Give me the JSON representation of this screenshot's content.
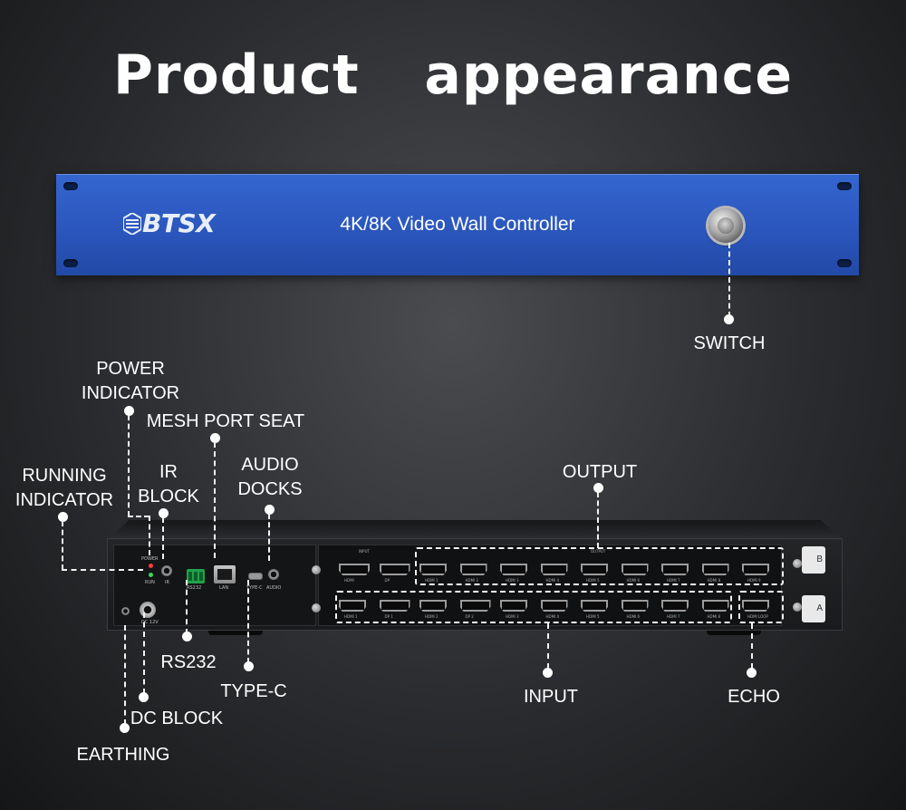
{
  "title": "Product  appearance",
  "front_panel": {
    "brand": "BTSX",
    "model": "4K/8K Video Wall Controller"
  },
  "rear_panel": {
    "left_labels": {
      "power": "POWER",
      "run": "RUN",
      "ir": "IR",
      "rs232": "RS232",
      "lan": "LAN",
      "typec": "TYPE-C",
      "audio": "AUDIO",
      "dc": "DC 12V"
    },
    "input_header": "INPUT",
    "output_header": "OUTPUT",
    "top_row": [
      "HDMI",
      "DP",
      "HDMI 1",
      "HDMI 2",
      "HDMI 3",
      "HDMI 4",
      "HDMI 5",
      "HDMI 6",
      "HDMI 7",
      "HDMI 8",
      "HDMI 9"
    ],
    "bottom_row": [
      "HDMI 1",
      "DP 1",
      "HDMI 2",
      "DP 2",
      "HDMI 3",
      "HDMI 4",
      "HDMI 5",
      "HDMI 6",
      "HDMI 7",
      "HDMI 8",
      "HDMI LOOP"
    ],
    "tab_b": "B",
    "tab_a": "A"
  },
  "callouts": {
    "switch": "SWITCH",
    "power_indicator": [
      "POWER",
      "INDICATOR"
    ],
    "mesh_port_seat": "MESH PORT SEAT",
    "running_indicator": [
      "RUNNING",
      "INDICATOR"
    ],
    "ir_block": [
      "IR",
      "BLOCK"
    ],
    "audio_docks": [
      "AUDIO",
      "DOCKS"
    ],
    "output": "OUTPUT",
    "rs232": "RS232",
    "type_c": "TYPE-C",
    "input": "INPUT",
    "echo": "ECHO",
    "dc_block": "DC BLOCK",
    "earthing": "EARTHING"
  }
}
